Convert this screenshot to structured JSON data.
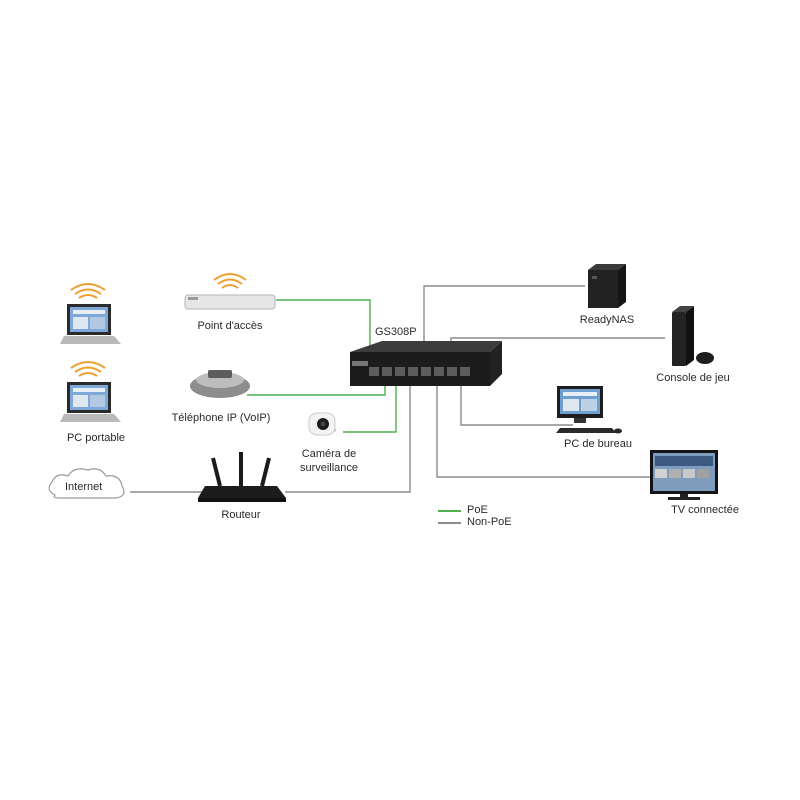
{
  "switch": {
    "model": "GS308P"
  },
  "devices": {
    "readynas": "ReadyNAS",
    "console": "Console de jeu",
    "desktop": "PC de bureau",
    "tv": "TV connectée",
    "access_point": "Point d'accès",
    "ip_phone": "Téléphone IP (VoIP)",
    "camera_line1": "Caméra de",
    "camera_line2": "surveillance",
    "laptop": "PC portable",
    "router": "Routeur",
    "internet": "Internet"
  },
  "legend": {
    "poe": "PoE",
    "non_poe": "Non-PoE"
  },
  "colors": {
    "poe": "#4caf50",
    "non_poe": "#8c8c8c",
    "wifi": "#f0a030",
    "device_dark": "#1f1f1f"
  }
}
